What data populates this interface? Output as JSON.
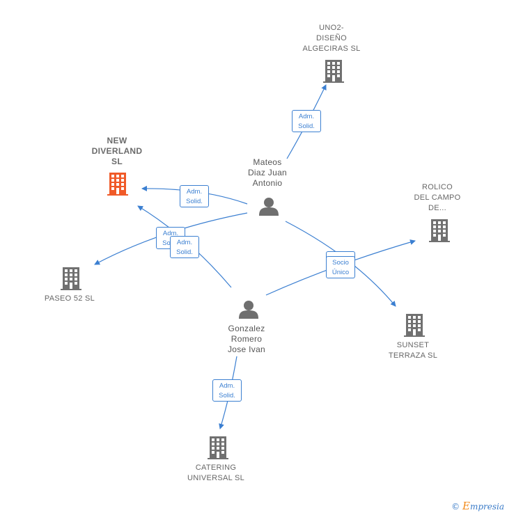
{
  "companies": {
    "uno2": {
      "label": [
        "UNO2-",
        "DISEÑO",
        "ALGECIRAS SL"
      ],
      "color": "#707070"
    },
    "new_diverland": {
      "label": [
        "NEW",
        "DIVERLAND",
        "SL"
      ],
      "color": "#f05a28"
    },
    "rolico": {
      "label": [
        "ROLICO",
        "DEL CAMPO",
        "DE..."
      ],
      "color": "#707070"
    },
    "paseo": {
      "label": [
        "PASEO 52 SL"
      ],
      "color": "#707070"
    },
    "sunset": {
      "label": [
        "SUNSET",
        "TERRAZA SL"
      ],
      "color": "#707070"
    },
    "catering": {
      "label": [
        "CATERING",
        "UNIVERSAL  SL"
      ],
      "color": "#707070"
    }
  },
  "persons": {
    "mateos": {
      "label": [
        "Mateos",
        "Diaz Juan",
        "Antonio"
      ]
    },
    "gonzalez": {
      "label": [
        "Gonzalez",
        "Romero",
        "Jose Ivan"
      ]
    }
  },
  "badges": {
    "adm_solid": [
      "Adm.",
      "Solid."
    ],
    "socio_unico": [
      "Socio",
      "Único"
    ]
  },
  "colors": {
    "edge": "#3b7fd1",
    "icon_gray": "#707070",
    "icon_main": "#f05a28"
  },
  "footer": {
    "copyright": "©",
    "brand_first": "E",
    "brand_rest": "mpresia"
  }
}
